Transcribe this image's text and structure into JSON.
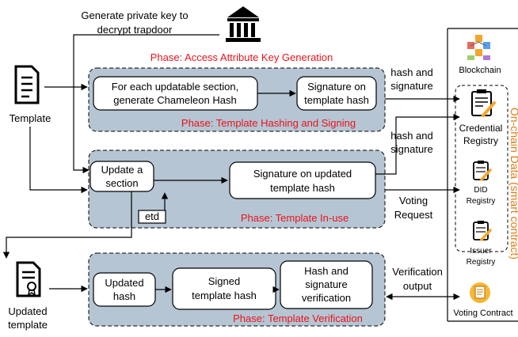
{
  "authority": {
    "caption_line1": "Generate private key to",
    "caption_line2": "decrypt trapdoor"
  },
  "phases": {
    "key_generation": "Phase: Access Attribute Key Generation",
    "hashing_signing": "Phase: Template Hashing and Signing",
    "in_use": "Phase: Template In-use",
    "verification": "Phase: Template Verification"
  },
  "template": {
    "label": "Template"
  },
  "updated_template": {
    "line1": "Updated",
    "line2": "template"
  },
  "boxes": {
    "chameleon_line1": "For each updatable section,",
    "chameleon_line2": "generate Chameleon Hash",
    "sign_line1": "Signature on",
    "sign_line2": "template hash",
    "update_line1": "Update a",
    "update_line2": "section",
    "etd": "etd",
    "sign_updated_line1": "Signature on updated",
    "sign_updated_line2": "template hash",
    "updated_hash_line1": "Updated",
    "updated_hash_line2": "hash",
    "signed_line1": "Signed",
    "signed_line2": "template hash",
    "verify_line1": "Hash and",
    "verify_line2": "signature",
    "verify_line3": "verification"
  },
  "edge_labels": {
    "hash_sig_1_line1": "hash and",
    "hash_sig_1_line2": "signature",
    "hash_sig_2_line1": "hash and",
    "hash_sig_2_line2": "signature",
    "voting_line1": "Voting",
    "voting_line2": "Request",
    "verification_line1": "Verification",
    "verification_line2": "output"
  },
  "blockchain": {
    "title": "Blockchain",
    "onchain_label": "On-chain Data (smart contract)",
    "credential_line1": "Credential",
    "credential_line2": "Registry",
    "did_line1": "DID",
    "did_line2": "Registry",
    "issuer_line1": "Issuer",
    "issuer_line2": "Registry",
    "voting_contract": "Voting Contract"
  },
  "colors": {
    "phase_text": "#e8141b",
    "panel_fill": "#b5c5d3",
    "onchain_text": "#e07b12",
    "icon_orange": "#f4a62a"
  }
}
